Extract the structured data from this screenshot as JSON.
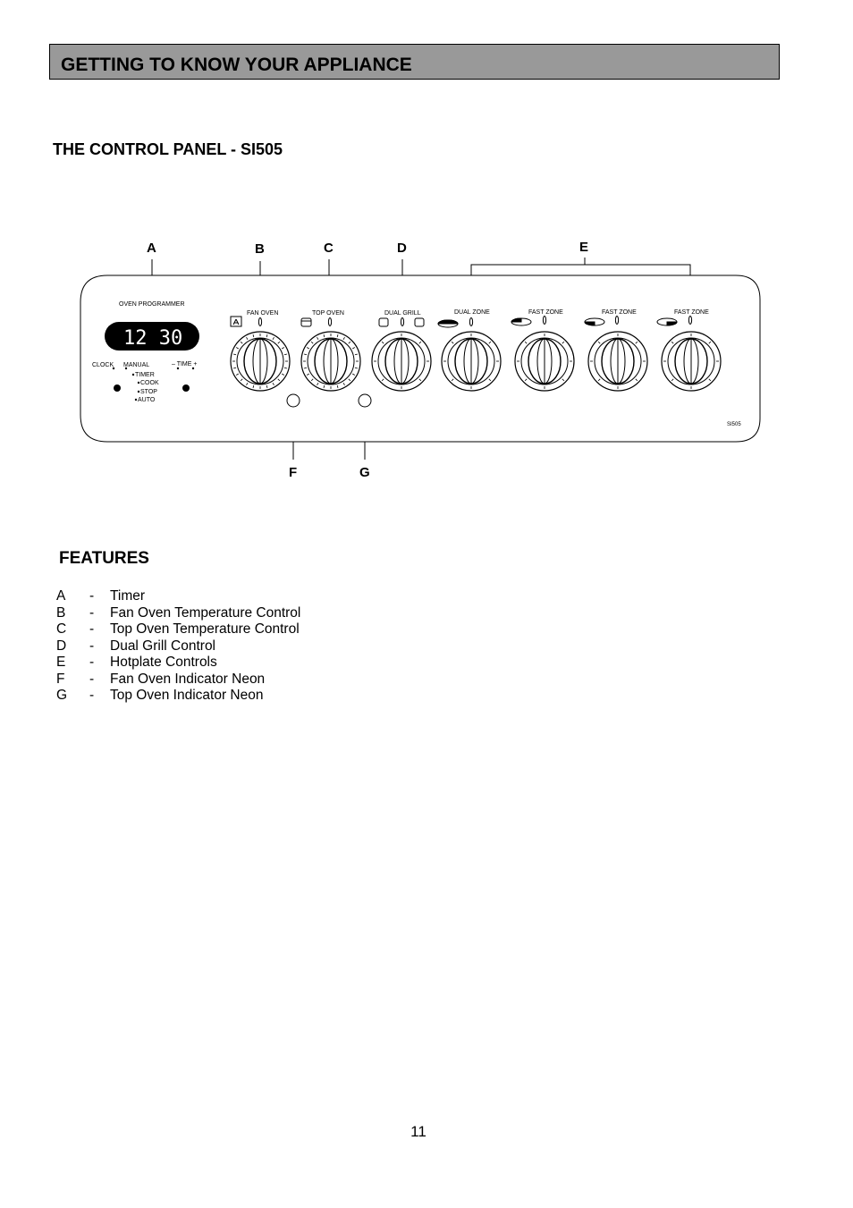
{
  "header": {
    "title": "GETTING TO KNOW YOUR APPLIANCE"
  },
  "section": {
    "title": "THE CONTROL PANEL - SI505"
  },
  "diagram": {
    "callouts": {
      "a": "A",
      "b": "B",
      "c": "C",
      "d": "D",
      "e": "E",
      "f": "F",
      "g": "G"
    },
    "programmer": {
      "label": "OVEN PROGRAMMER",
      "display": "12 30",
      "clock": "CLOCK",
      "manual": "MANUAL",
      "time": "– TIME +",
      "timer": "TIMER",
      "cook": "COOK",
      "stop": "STOP",
      "auto": "AUTO"
    },
    "knob_labels": {
      "fan_oven": "FAN OVEN",
      "top_oven": "TOP OVEN",
      "dual_grill": "DUAL GRILL",
      "dual_zone": "DUAL ZONE",
      "fast_zone_1": "FAST ZONE",
      "fast_zone_2": "FAST ZONE",
      "fast_zone_3": "FAST ZONE"
    },
    "model": "SI505"
  },
  "features": {
    "title": "FEATURES",
    "items": [
      {
        "letter": "A",
        "dash": "-",
        "text": "Timer"
      },
      {
        "letter": "B",
        "dash": "-",
        "text": "Fan Oven Temperature Control"
      },
      {
        "letter": "C",
        "dash": "-",
        "text": "Top Oven Temperature Control"
      },
      {
        "letter": "D",
        "dash": "-",
        "text": "Dual Grill Control"
      },
      {
        "letter": "E",
        "dash": "-",
        "text": "Hotplate Controls"
      },
      {
        "letter": "F",
        "dash": "-",
        "text": "Fan Oven Indicator Neon"
      },
      {
        "letter": "G",
        "dash": "-",
        "text": "Top Oven Indicator Neon"
      }
    ]
  },
  "page": {
    "number": "11"
  }
}
